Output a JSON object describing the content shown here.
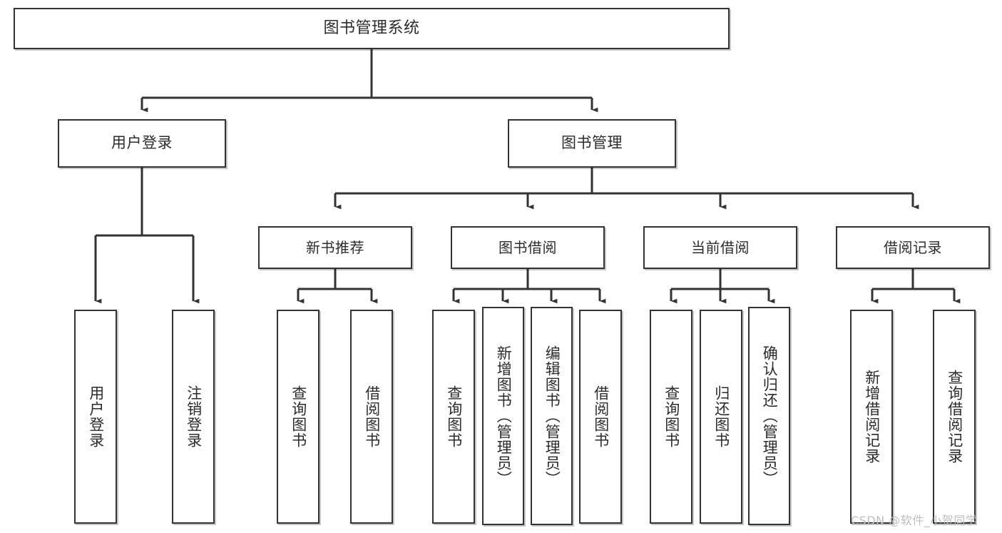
{
  "diagram": {
    "title": "图书管理系统",
    "type": "hierarchy-tree",
    "root": {
      "label": "图书管理系统"
    },
    "level2": [
      {
        "id": "user-login",
        "label": "用户登录"
      },
      {
        "id": "book-manage",
        "label": "图书管理"
      }
    ],
    "level3": [
      {
        "id": "new-book-recommend",
        "label": "新书推荐",
        "parent": "book-manage"
      },
      {
        "id": "book-borrow",
        "label": "图书借阅",
        "parent": "book-manage"
      },
      {
        "id": "current-borrow",
        "label": "当前借阅",
        "parent": "book-manage"
      },
      {
        "id": "borrow-record",
        "label": "借阅记录",
        "parent": "book-manage"
      }
    ],
    "leaves": [
      {
        "id": "leaf-user-login",
        "label": "用户登录",
        "parent": "user-login"
      },
      {
        "id": "leaf-logout-login",
        "label": "注销登录",
        "parent": "user-login"
      },
      {
        "id": "leaf-query-book-1",
        "label": "查询图书",
        "parent": "new-book-recommend"
      },
      {
        "id": "leaf-borrow-book-1",
        "label": "借阅图书",
        "parent": "new-book-recommend"
      },
      {
        "id": "leaf-query-book-2",
        "label": "查询图书",
        "parent": "book-borrow"
      },
      {
        "id": "leaf-add-book",
        "label": "新增图书（管理员）",
        "parent": "book-borrow"
      },
      {
        "id": "leaf-edit-book",
        "label": "编辑图书（管理员）",
        "parent": "book-borrow"
      },
      {
        "id": "leaf-borrow-book-2",
        "label": "借阅图书",
        "parent": "book-borrow"
      },
      {
        "id": "leaf-query-book-3",
        "label": "查询图书",
        "parent": "current-borrow"
      },
      {
        "id": "leaf-return-book",
        "label": "归还图书",
        "parent": "current-borrow"
      },
      {
        "id": "leaf-confirm-return",
        "label": "确认归还（管理员）",
        "parent": "current-borrow"
      },
      {
        "id": "leaf-add-record",
        "label": "新增借阅记录",
        "parent": "borrow-record"
      },
      {
        "id": "leaf-query-record",
        "label": "查询借阅记录",
        "parent": "borrow-record"
      }
    ],
    "watermark": "CSDN @软件_小贺同学",
    "colors": {
      "stroke": "#333333",
      "fill": "#ffffff",
      "text": "#2b2b2b",
      "watermark": "#bdbdbd"
    }
  }
}
